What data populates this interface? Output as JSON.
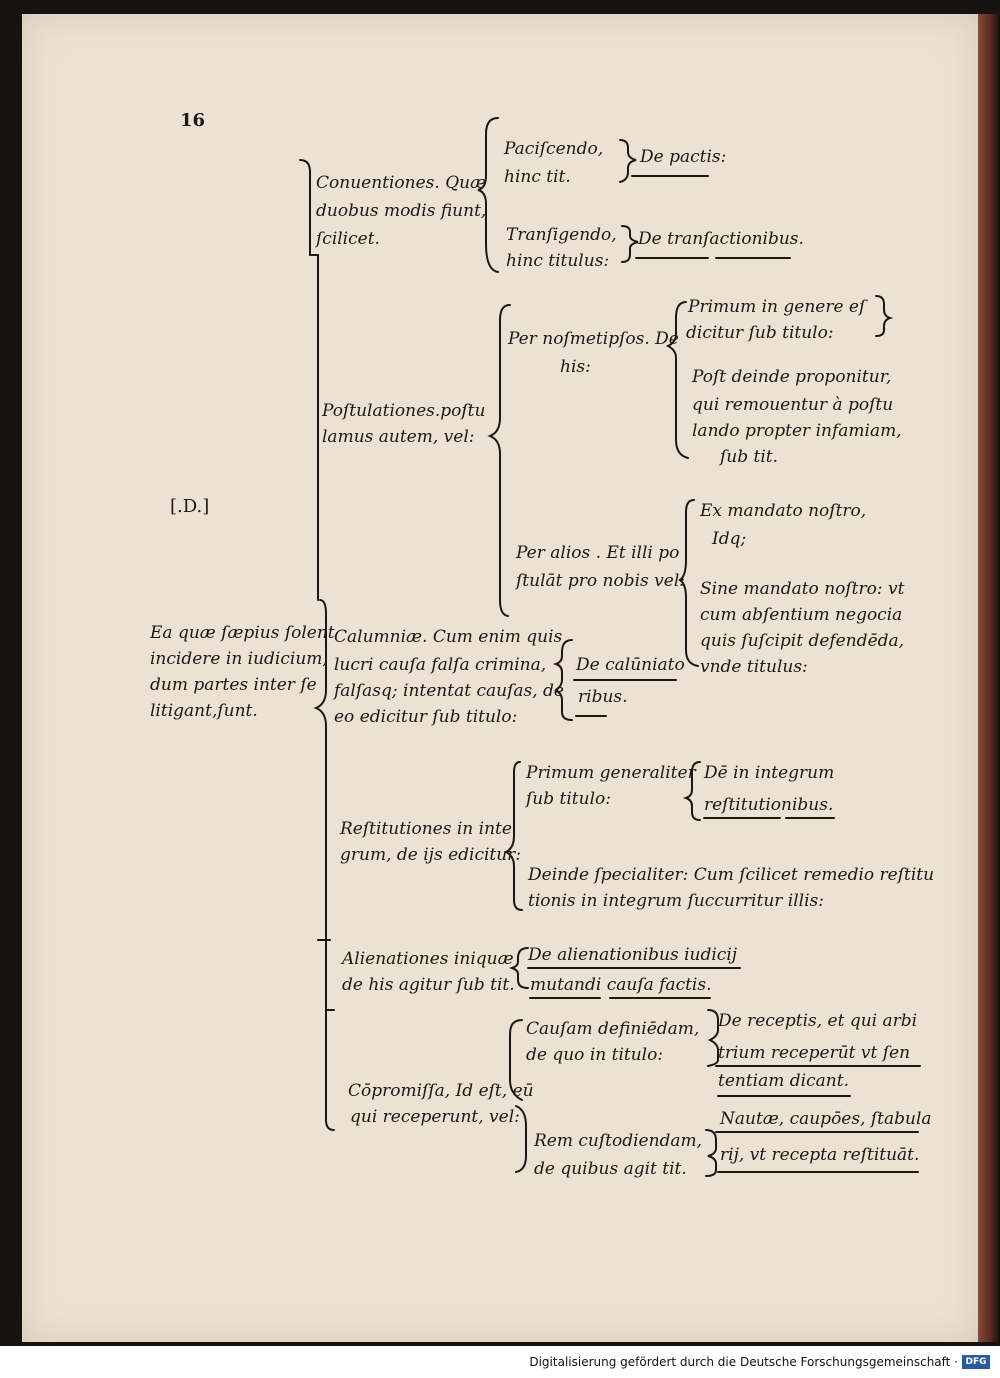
{
  "page": {
    "number": "16",
    "margin_mark": "[.D.]",
    "root": [
      "Ea quæ ſæpius ſolent",
      "incidere in iudicium,",
      "dum partes inter ſe",
      "litigant,ſunt."
    ]
  },
  "conventiones": {
    "head": [
      "Conuentiones. Quæ",
      "duobus modis fiunt,",
      "ſcilicet."
    ],
    "paciscendo": [
      "Paciſcendo,",
      "hinc tit."
    ],
    "de_pactis": "De pactis:",
    "transigendo": [
      "Tranſigendo,",
      "hinc titulus:"
    ],
    "de_transactionibus": "De tranſactionibus."
  },
  "postulationes": {
    "head": [
      "Poſtulationes.poſtu",
      "lamus autem, vel:"
    ],
    "per_nos": [
      "Per noſmetipſos. De",
      "his:"
    ],
    "primum": [
      "Primum in genere eſ",
      "dicitur ſub titulo:"
    ],
    "post": [
      "Poſt deinde proponitur,",
      "qui remouentur à poſtu",
      "lando propter infamiam,",
      "ſub tit."
    ],
    "per_alios": [
      "Per alios . Et illi po",
      "ſtulāt pro nobis vel:"
    ],
    "ex_mandato": [
      "Ex mandato noſtro,",
      "Idq;"
    ],
    "sine_mandato": [
      "Sine mandato noſtro: vt",
      "cum abſentium negocia",
      "quis ſuſcipit defendēda,",
      "vnde titulus:"
    ]
  },
  "calumniae": {
    "head": [
      "Calumniæ. Cum enim quis",
      "lucri cauſa falſa crimina,",
      "falſasq; intentat cauſas, de",
      "eo edicitur ſub titulo:"
    ],
    "de_calumniatoribus": [
      "De calūniato",
      "ribus."
    ]
  },
  "restitutiones": {
    "head": [
      "Reſtitutiones in inte",
      "grum, de ijs edicitur:"
    ],
    "primum": [
      "Primum generaliter",
      "ſub titulo:"
    ],
    "de_in_integrum": [
      "Dē in integrum",
      "reſtitutionibus."
    ],
    "deinde": [
      "Deinde ſpecialiter: Cum ſcilicet remedio reſtitu",
      "tionis in integrum ſuccurritur illis:"
    ]
  },
  "alienationes": {
    "head": [
      "Alienationes iniquæ",
      "de his agitur ſub tit."
    ],
    "title": [
      "De alienationibus iudicij",
      "mutandi cauſa factis."
    ]
  },
  "compromissa": {
    "head": [
      "Cōpromiſſa, Id eſt, eū",
      "qui receperunt, vel:"
    ],
    "causam": [
      "Cauſam definiēdam,",
      "de quo in titulo:"
    ],
    "de_receptis": [
      "De receptis, et qui arbi",
      "trium receperūt vt ſen",
      "tentiam dicant."
    ],
    "rem": [
      "Rem cuſtodiendam,",
      "de quibus agit tit."
    ],
    "nautae": [
      "Nautæ, caupōes, ſtabula",
      "rij, vt recepta reſtituāt."
    ]
  },
  "footer": {
    "text": "Digitalisierung gefördert durch die Deutsche Forschungsgemeinschaft ·",
    "logo": "DFG"
  }
}
